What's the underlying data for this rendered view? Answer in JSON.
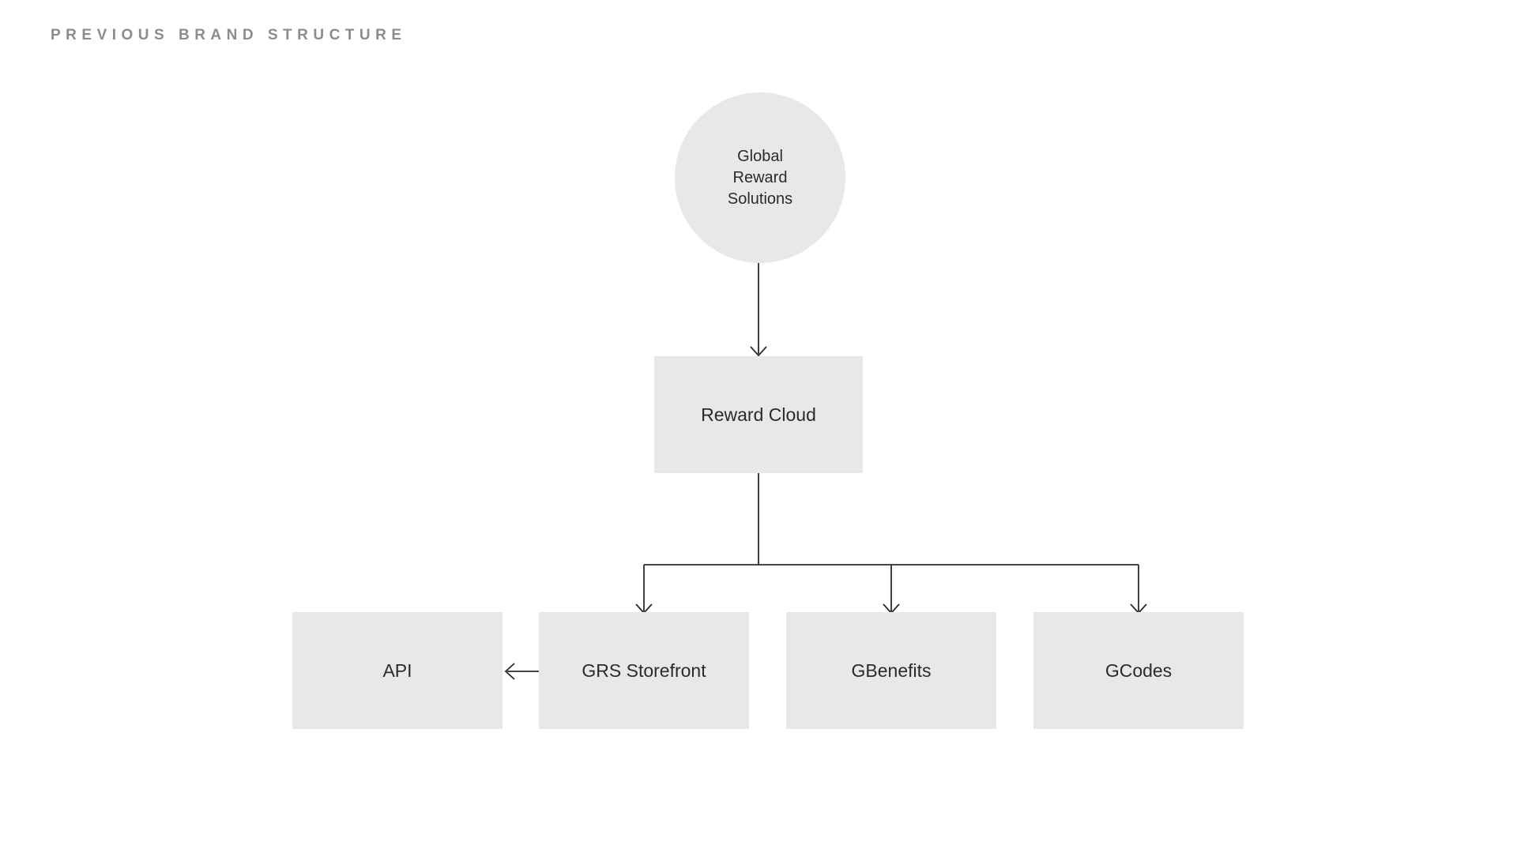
{
  "page": {
    "title": "PREVIOUS BRAND STRUCTURE"
  },
  "colors": {
    "background": "#ffffff",
    "node_fill": "#e8e8e9",
    "connector_line": "#2b2b2e",
    "title_text": "#8c8c8c",
    "node_text": "#2b2b2b"
  },
  "diagram": {
    "nodes": {
      "root": {
        "id": "global-reward-solutions",
        "shape": "circle",
        "label": "Global Reward Solutions"
      },
      "reward_cloud": {
        "id": "reward-cloud",
        "shape": "rect",
        "label": "Reward Cloud"
      },
      "children": [
        {
          "id": "api",
          "shape": "rect",
          "label": "API"
        },
        {
          "id": "grs-storefront",
          "shape": "rect",
          "label": "GRS Storefront"
        },
        {
          "id": "gbenefits",
          "shape": "rect",
          "label": "GBenefits"
        },
        {
          "id": "gcodes",
          "shape": "rect",
          "label": "GCodes"
        }
      ]
    },
    "edges": [
      {
        "from": "global-reward-solutions",
        "to": "reward-cloud",
        "type": "arrow-down"
      },
      {
        "from": "reward-cloud",
        "to": "grs-storefront",
        "type": "arrow-down"
      },
      {
        "from": "reward-cloud",
        "to": "gbenefits",
        "type": "arrow-down"
      },
      {
        "from": "reward-cloud",
        "to": "gcodes",
        "type": "arrow-down"
      },
      {
        "from": "grs-storefront",
        "to": "api",
        "type": "arrow-left"
      }
    ]
  }
}
